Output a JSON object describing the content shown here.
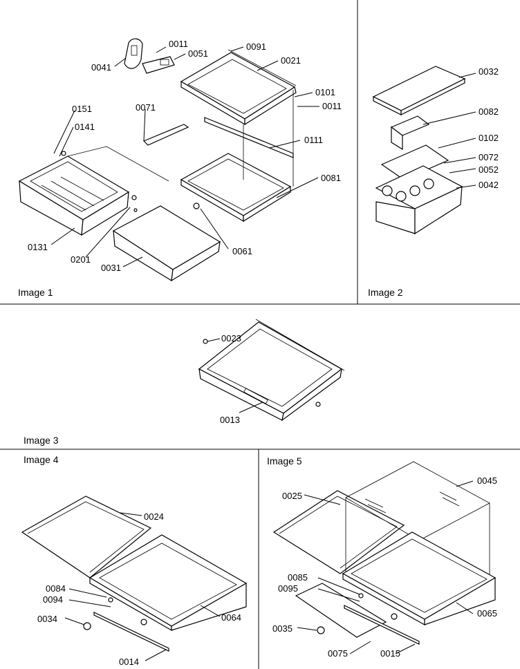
{
  "panels": [
    {
      "caption": "Image 1"
    },
    {
      "caption": "Image 2"
    },
    {
      "caption": "Image 3"
    },
    {
      "caption": "Image 4"
    },
    {
      "caption": "Image 5"
    }
  ],
  "labels": {
    "p0041": "0041",
    "p0011a": "0011",
    "p0051": "0051",
    "p0091": "0091",
    "p0021": "0021",
    "p0101": "0101",
    "p0011b": "0011",
    "p0071": "0071",
    "p0151": "0151",
    "p0141": "0141",
    "p0111": "0111",
    "p0081": "0081",
    "p0131": "0131",
    "p0201": "0201",
    "p0061": "0061",
    "p0031": "0031",
    "p0032": "0032",
    "p0082": "0082",
    "p0102": "0102",
    "p0072": "0072",
    "p0052": "0052",
    "p0042": "0042",
    "p0023": "0023",
    "p0013": "0013",
    "p0024": "0024",
    "p0084": "0084",
    "p0094": "0094",
    "p0034": "0034",
    "p0064": "0064",
    "p0014": "0014",
    "p0025": "0025",
    "p0045": "0045",
    "p0085": "0085",
    "p0095": "0095",
    "p0035": "0035",
    "p0075": "0075",
    "p0015": "0015",
    "p0065": "0065"
  }
}
